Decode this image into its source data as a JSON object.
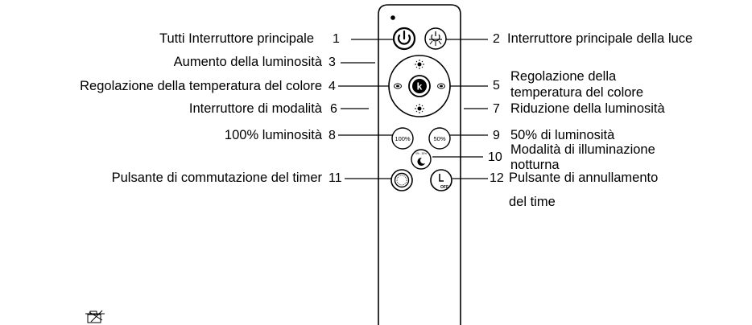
{
  "labels": {
    "l1": {
      "num": "1",
      "text": "Tutti Interruttore principale"
    },
    "l2": {
      "num": "2",
      "text": "Interruttore principale della luce"
    },
    "l3": {
      "num": "3",
      "text": "Aumento della luminosità"
    },
    "l4": {
      "num": "4",
      "text": "Regolazione della temperatura del colore"
    },
    "l5": {
      "num": "5",
      "text_line1": "Regolazione della",
      "text_line2": "temperatura del colore"
    },
    "l6": {
      "num": "6",
      "text": "Interruttore di modalità"
    },
    "l7": {
      "num": "7",
      "text": "Riduzione della luminosità"
    },
    "l8": {
      "num": "8",
      "text": "100% luminosità"
    },
    "l9": {
      "num": "9",
      "text": "50% di luminosità"
    },
    "l10": {
      "num": "10",
      "text_line1": "Modalità di illuminazione",
      "text_line2": "notturna"
    },
    "l11": {
      "num": "11",
      "text": "Pulsante di commutazione del timer"
    },
    "l12": {
      "num": "12",
      "text_line1": "Pulsante di annullamento",
      "text_line2": "del time"
    }
  },
  "remote": {
    "btn_100": "100%",
    "btn_50": "50%",
    "btn_k": "k",
    "btn_off": "OFF",
    "night_small": "0% - 30%"
  }
}
